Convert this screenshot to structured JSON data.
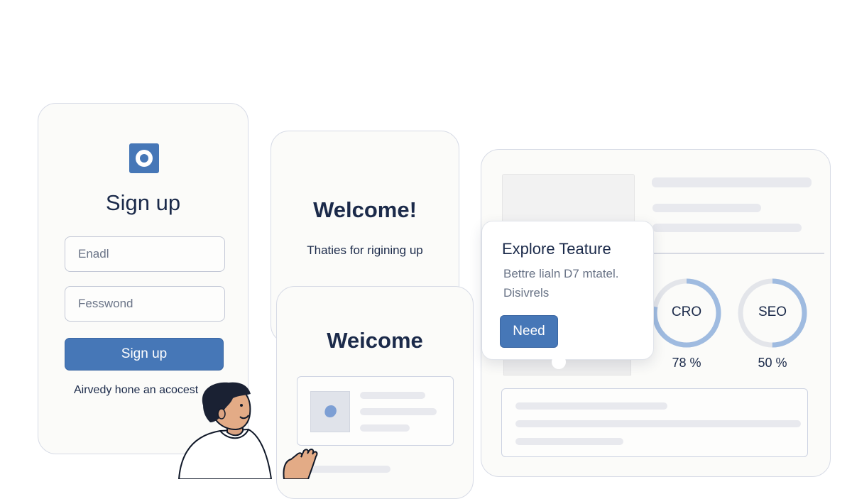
{
  "signup": {
    "title": "Sign up",
    "email_placeholder": "Enadl",
    "password_placeholder": "Fesswond",
    "button_label": "Sign up",
    "signin_text": "Airvedy hone an acocest"
  },
  "welcome_card": {
    "title": "Welcome!",
    "subtitle": "Thaties for rigining up"
  },
  "welcome_card_2": {
    "title": "Weicome"
  },
  "popup": {
    "title": "Explore Teature",
    "description": "Bettre lialn D7 mtatel. Disivrels",
    "button_label": "Need"
  },
  "dashboard": {
    "gauges": [
      {
        "label": "CRO",
        "value_text": "78 %",
        "value": 78
      },
      {
        "label": "SEO",
        "value_text": "50 %",
        "value": 50
      }
    ]
  },
  "colors": {
    "accent": "#4677b7",
    "text_dark": "#1b2a4a",
    "gauge_fill": "#9fbbe0",
    "gauge_track": "#e3e5ea"
  },
  "icons": {
    "logo": "app-logo-icon",
    "image_placeholder": "image-icon"
  }
}
